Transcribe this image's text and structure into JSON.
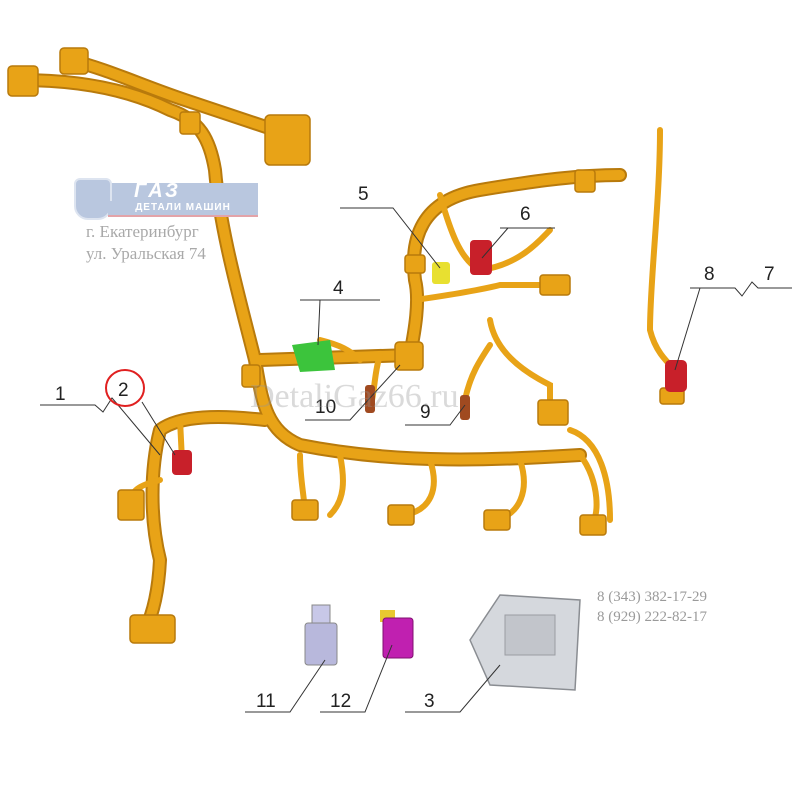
{
  "logo": {
    "brand": "ГАЗ",
    "subtitle": "ДЕТАЛИ МАШИН"
  },
  "address": {
    "city": "г. Екатеринбург",
    "street": "ул. Уральская 74"
  },
  "phones": [
    "8 (343) 382-17-29",
    "8 (929) 222-82-17"
  ],
  "watermark": "DetaliGaz66.ru",
  "callouts": [
    "1",
    "2",
    "3",
    "4",
    "5",
    "6",
    "7",
    "8",
    "9",
    "10",
    "11",
    "12"
  ],
  "colors": {
    "harness": "#e8a317",
    "harness_dark": "#b87a0c",
    "sensor_red": "#c8202a",
    "clip_green": "#3cc43c",
    "highlight_circle": "#e02020",
    "ecu": "#c9ccd2",
    "part11": "#b8b8dc",
    "part12": "#c020b0"
  }
}
